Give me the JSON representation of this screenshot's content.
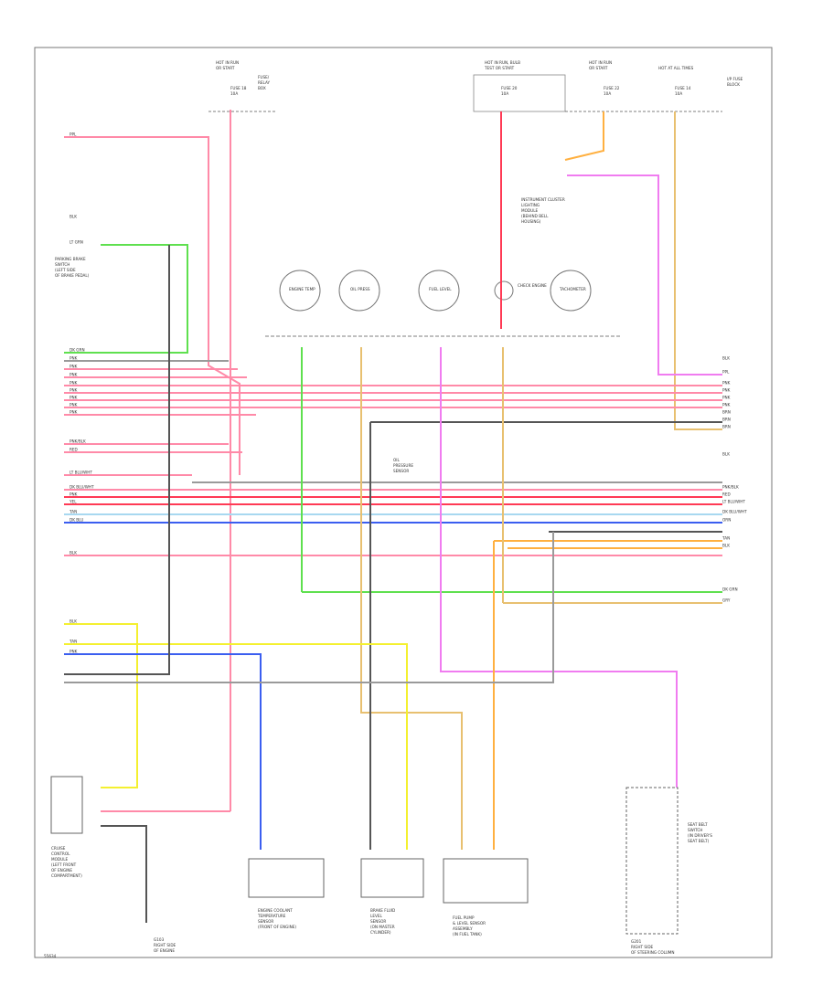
{
  "page_code": "55634",
  "hot_blocks": {
    "block_1": [
      "HOT IN RUN",
      "OR START"
    ],
    "block_2": [
      "HOT IN RUN, BULB",
      "TEST OR START"
    ],
    "block_3": [
      "HOT IN RUN",
      "OR START"
    ],
    "block_4": [
      "HOT AT ALL TIMES"
    ],
    "fuse_box_1": [
      "FUSE/",
      "RELAY",
      "BOX"
    ],
    "fuse_box_2": [
      "I/P FUSE",
      "BLOCK"
    ],
    "fuses": [
      "FUSE 18",
      "10A",
      "FUSE 20",
      "10A",
      "FUSE 22",
      "10A",
      "FUSE 14",
      "10A"
    ]
  },
  "gauges": [
    "ENGINE TEMP",
    "OIL PRESS",
    "FUEL LEVEL",
    "CHECK ENGINE",
    "TACHOMETER"
  ],
  "components": {
    "brake_switch": [
      "PARKING BRAKE",
      "SWITCH",
      "(LEFT SIDE",
      "OF BRAKE PEDAL)"
    ],
    "tail_module": [
      "INSTRUMENT CLUSTER",
      "LIGHTING",
      "MODULE",
      "(BEHIND BELL",
      "HOUSING)"
    ],
    "ground": [
      "G103",
      "RIGHT SIDE",
      "OF ENGINE"
    ],
    "sensor": [
      "OIL",
      "PRESSURE",
      "SENSOR"
    ],
    "engine_coolant": [
      "ENGINE COOLANT",
      "TEMPERATURE",
      "SENSOR",
      "(FRONT OF ENGINE)"
    ],
    "brake_fluid": [
      "BRAKE FLUID",
      "LEVEL",
      "SENSOR",
      "(ON MASTER",
      "CYLINDER)"
    ],
    "fuel_pump": [
      "FUEL PUMP",
      "& LEVEL SENSOR",
      "ASSEMBLY",
      "(IN FUEL TANK)"
    ],
    "seat_belt": [
      "SEAT BELT",
      "SWITCH",
      "(IN DRIVER'S",
      "SEAT BELT)"
    ],
    "left_module": [
      "CRUISE",
      "CONTROL",
      "MODULE",
      "(LEFT FRONT",
      "OF ENGINE",
      "COMPARTMENT)"
    ],
    "ground_2": [
      "G201",
      "RIGHT SIDE",
      "OF STEERING COLUMN"
    ]
  },
  "wire_labels": {
    "left": [
      "PPL",
      "BLK",
      "LT GRN",
      "DK GRN",
      "PNK",
      "PNK",
      "PNK",
      "PNK",
      "PNK",
      "PNK",
      "PNK",
      "PNK",
      "PNK/BLK",
      "RED",
      "LT BLU/WHT",
      "DK BLU/WHT",
      "PNK",
      "YEL",
      "TAN",
      "DK BLU",
      "BLK",
      "BLK",
      "TAN",
      "PNK"
    ],
    "right": [
      "BLK",
      "PPL",
      "PNK",
      "PNK",
      "PNK",
      "PNK",
      "BRN",
      "BRN",
      "BRN",
      "BLK",
      "PNK/BLK",
      "RED",
      "LT BLU/WHT",
      "DK BLU/WHT",
      "ORN",
      "TAN",
      "BLK",
      "DK GRN",
      "GRY"
    ]
  },
  "colors": {
    "pink": "#ff8aa8",
    "red": "#ff3a55",
    "lt_green": "#5fe04f",
    "yellow": "#f4f030",
    "blue": "#3b5ef0",
    "lt_blue": "#a8d8f0",
    "orange": "#ffb040",
    "tan": "#e8c070",
    "magenta": "#f07cf0",
    "gray": "#9a9a9a",
    "black": "#333333"
  }
}
